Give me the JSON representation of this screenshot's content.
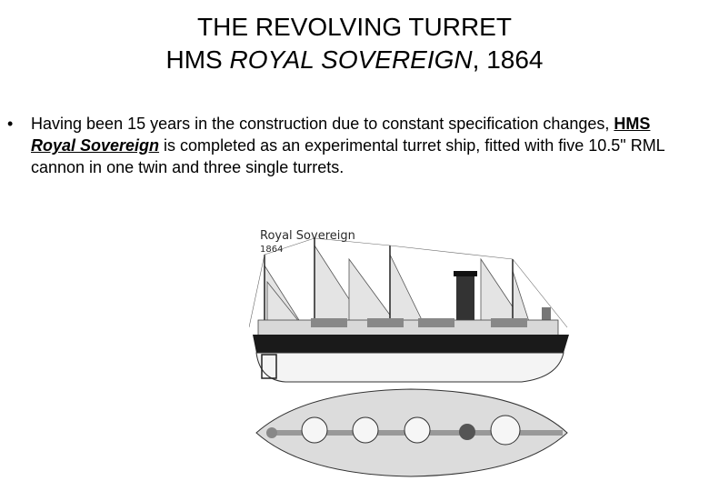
{
  "title": {
    "line1": "THE REVOLVING TURRET",
    "line2_pre": "HMS ",
    "line2_italic": "ROYAL SOVEREIGN",
    "line2_post": ", 1864"
  },
  "bullet": {
    "marker": "•",
    "text_start": "Having been 15 years in the construction due to constant specification changes, ",
    "bold_plain": "HMS ",
    "bold_italic": "Royal Sovereign",
    "text_end": " is completed as an experimental turret ship, fitted with five 10.5\" RML cannon in one twin and three single turrets."
  },
  "figure": {
    "title": "Royal Sovereign",
    "year": "1864"
  }
}
